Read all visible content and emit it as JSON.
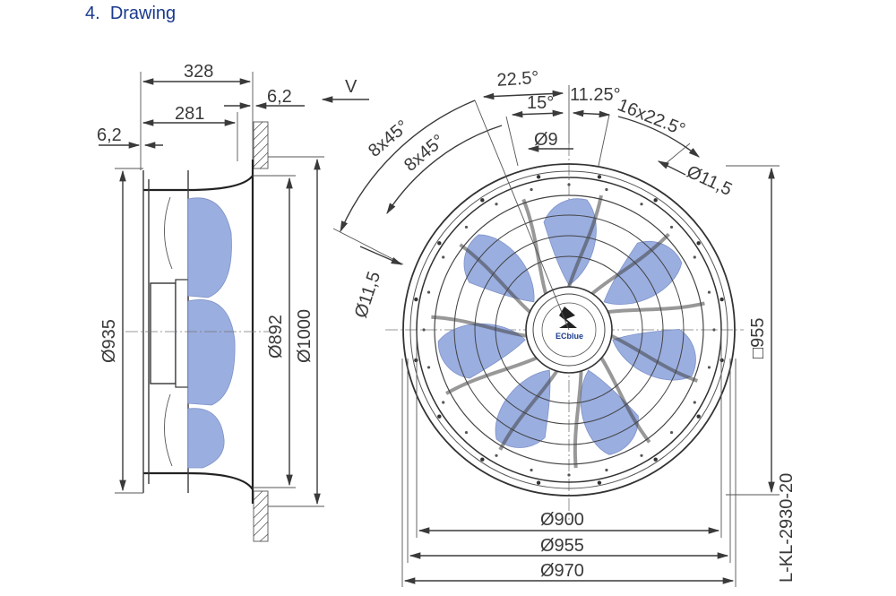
{
  "section": {
    "number": "4.",
    "title": "Drawing"
  },
  "colors": {
    "heading": "#1a3a8c",
    "blade": "#9aaee0",
    "line": "#3a3a3a"
  },
  "side_view": {
    "dim_328": "328",
    "dim_281": "281",
    "dim_6_2_left": "6,2",
    "dim_6_2_right": "6,2",
    "view_label": "V",
    "dia_935": "Ø935",
    "dia_892": "Ø892",
    "dia_1000": "Ø1000"
  },
  "front_view": {
    "angle_22_5": "22.5°",
    "angle_15": "15°",
    "angle_11_25": "11.25°",
    "angle_16x22_5": "16x22.5°",
    "angle_8x45_outer": "8x45°",
    "angle_8x45_inner": "8x45°",
    "dia_9": "Ø9",
    "dia_11_5_right": "Ø11,5",
    "dia_11_5_left": "Ø11,5",
    "square_955": "□955",
    "dia_900": "Ø900",
    "dia_955": "Ø955",
    "dia_970": "Ø970",
    "hub_logo": "ECblue",
    "drawing_number": "L-KL-2930-20"
  }
}
